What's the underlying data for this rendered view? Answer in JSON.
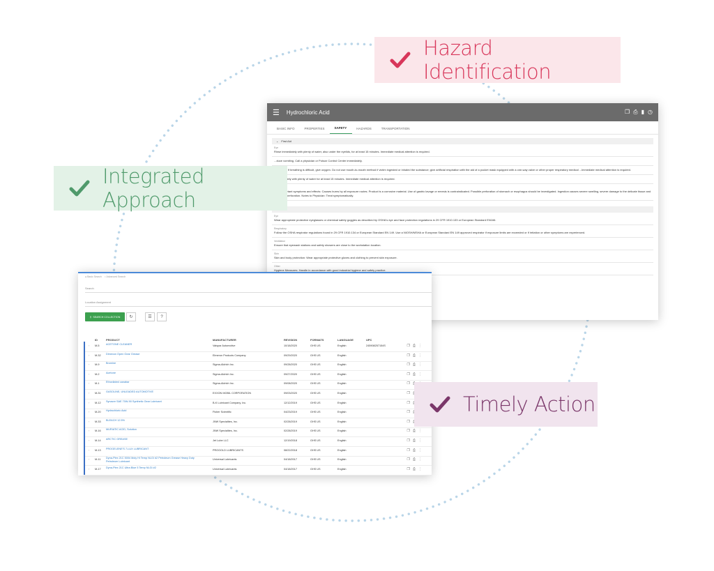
{
  "labels": {
    "hazard": "Hazard Identification",
    "integrated": "Integrated Approach",
    "timely": "Timely Action"
  },
  "colors": {
    "hazard_text": "#d8365a",
    "integrated_text": "#4f9a6b",
    "timely_text": "#7a3669",
    "ring_dots": "#b9d5e8",
    "accent_green": "#3ca04f",
    "link_blue": "#2f7ec8"
  },
  "detail": {
    "title": "Hydrochloric Acid",
    "tabs": [
      "BASIC INFO",
      "PROPERTIES",
      "SAFETY",
      "HAZARDS",
      "TRANSPORTATION"
    ],
    "active_tab": "SAFETY",
    "first_aid": {
      "heading": "First Aid",
      "fields": [
        {
          "label": "Eye",
          "value": "Rinse immediately with plenty of water, also under the eyelids, for at least 15 minutes. Immediate medical attention is required."
        },
        {
          "label": "",
          "value": "...duce vomiting. Call a physician or Poison Control Center immediately."
        },
        {
          "label": "",
          "value": "...fresh air. If breathing is difficult, give oxygen. Do not use mouth-to-mouth method if victim ingested or inhaled the substance; give artificial respiration with the aid of a pocket mask equipped with a one-way valve or other proper respiratory medical ...Immediate medical attention is required."
        },
        {
          "label": "",
          "value": "...immediately with plenty of water for at least 15 minutes. Immediate medical attention is required."
        },
        {
          "label": "Other",
          "value": "Most important symptoms and effects: Causes burns by all exposure routes. Product is a corrosive material. Use of gastric lavage or emesis is contraindicated. Possible perforation of stomach or esophagus should be investigated. Ingestion causes severe swelling, severe damage to the delicate tissue and danger of perforation. Notes to Physician: Treat symptomatically."
        }
      ]
    },
    "ppe": {
      "heading": "PPE",
      "fields": [
        {
          "label": "Eye",
          "value": "Wear appropriate protective eyeglasses or chemical safety goggles as described by OSHA's eye and face protection regulations in 29 CFR 1910.133 or European Standard EN166."
        },
        {
          "label": "Respiratory",
          "value": "Follow the OSHA respirator regulations found in 29 CFR 1910.134 or European Standard EN 149. Use a NIOSH/MSHA or European Standard EN 149 approved respirator if exposure limits are exceeded or if irritation or other symptoms are experienced."
        },
        {
          "label": "Ventilation",
          "value": "Ensure that eyewash stations and safety showers are close to the workstation location."
        },
        {
          "label": "Skin",
          "value": "Skin and body protection: Wear appropriate protective gloves and clothing to prevent skin exposure."
        },
        {
          "label": "Other",
          "value": "Hygiene Measures: Handle in accordance with good industrial hygiene and safety practice."
        }
      ]
    }
  },
  "list": {
    "search_modes": [
      "Basic Search",
      "Advanced Search"
    ],
    "search_placeholder": "Search",
    "location_placeholder": "Location Assignment",
    "search_button": "SEARCH COLLECTION",
    "columns": [
      "ID",
      "PRODUCT",
      "MANUFACTURER",
      "REVISION",
      "FORMATS",
      "LANGUAGE",
      "UPC"
    ],
    "rows": [
      [
        "M-5",
        "ACETONE CLEANER",
        "Valspar Automotive",
        "10/18/2020",
        "GHS US",
        "English",
        "245908257154S"
      ],
      [
        "M-32",
        "Dimexon Open Gear Grease",
        "Elmeron Products Company",
        "09/29/2020",
        "GHS US",
        "English",
        ""
      ],
      [
        "M-9",
        "Bromine",
        "Sigma-Aldrich Inc.",
        "09/28/2020",
        "GHS US",
        "English",
        ""
      ],
      [
        "M-2",
        "Acetone",
        "Sigma-Aldrich Inc.",
        "09/27/2020",
        "GHS US",
        "English",
        ""
      ],
      [
        "M-1",
        "Ethoxilated canabar",
        "Sigma-Aldrich Inc.",
        "09/08/2020",
        "GHS US",
        "English",
        ""
      ],
      [
        "M-31",
        "GASOLINE, UNLEADED AUTOMOTIVE",
        "EXXON MOBIL CORPORATION",
        "09/03/2020",
        "GHS US",
        "English",
        ""
      ],
      [
        "M-12",
        "Synacre SAE 70W-90 Synthetic Gear Lubricant",
        "B-K Lubricant Company, Inc.",
        "12/12/2019",
        "GHS US",
        "English",
        ""
      ],
      [
        "M-20",
        "Hydrochloric Acid",
        "Fisher Scientific",
        "04/23/2019",
        "GHS US",
        "English",
        ""
      ],
      [
        "M-33",
        "BLEACH 12.5%",
        "JNW Specialties, Inc.",
        "02/28/2019",
        "GHS US",
        "English",
        ""
      ],
      [
        "M-16",
        "MURIATIC ACID, Solution",
        "JNW Specialties, Inc.",
        "02/28/2019",
        "GHS US",
        "English",
        ""
      ],
      [
        "M-14",
        "ARCTIC GREASE",
        "Jet Lube LLC",
        "12/19/2018",
        "GHS US",
        "English",
        ""
      ],
      [
        "M-13",
        "PROGELENE'S 7-LUX LUBRICANT",
        "PROGOLD LUBRICANTS",
        "08/22/2018",
        "GHS US",
        "English",
        ""
      ],
      [
        "M-11",
        "Dyna-Plex 21C 5004 Moly Hi Temp NLGI #2 Petroleum Grease Heavy Duty Petroleum Lubricant",
        "Universal Lubricants",
        "04/18/2017",
        "GHS US",
        "English",
        ""
      ],
      [
        "M-17",
        "Dyna-Plex 21C Ultra Blue 5 Temp NLGI #2",
        "Universal Lubricants",
        "04/18/2017",
        "GHS US",
        "English",
        ""
      ]
    ]
  }
}
